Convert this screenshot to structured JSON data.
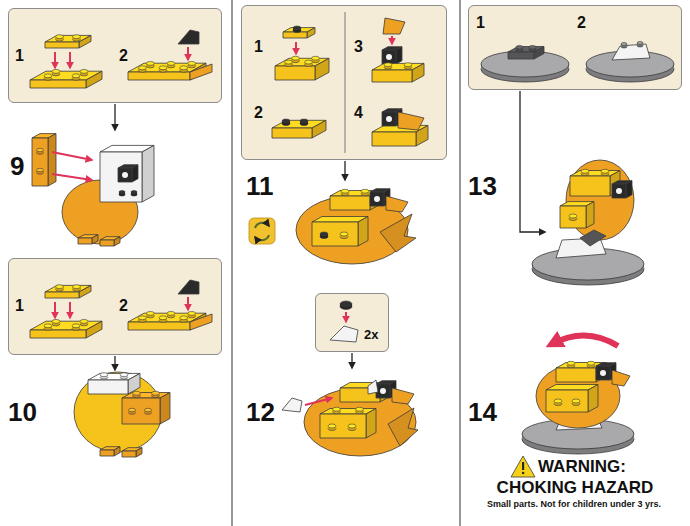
{
  "diagram": {
    "nodes": [
      {
        "text": [
          "1",
          "2"
        ]
      },
      {
        "text": [
          "1",
          "2"
        ]
      },
      {
        "text": [
          "1",
          "3",
          "2",
          "4"
        ]
      },
      {
        "text": [
          "2x"
        ]
      },
      {
        "text": [
          "1",
          "2"
        ]
      }
    ],
    "labels": [
      "9",
      "10",
      "11",
      "12",
      "13",
      "14",
      "WARNING:",
      "CHOKING HAZARD",
      "Small parts. Not for children under 3 yrs."
    ]
  }
}
